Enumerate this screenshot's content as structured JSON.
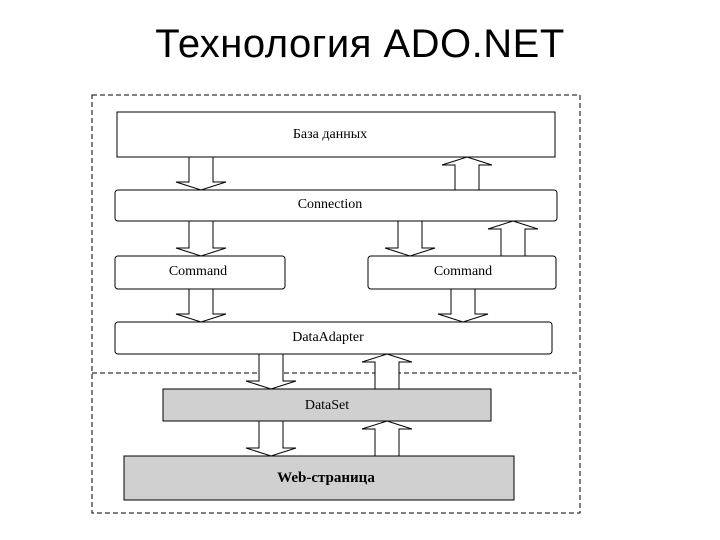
{
  "title": "Технология ADO.NET",
  "boxes": {
    "database": "База данных",
    "connection": "Connection",
    "command_left": "Command",
    "command_right": "Command",
    "data_adapter": "DataAdapter",
    "data_set": "DataSet",
    "web_page": "Web-страница"
  },
  "colors": {
    "box_fill": "#ffffff",
    "shaded_fill": "#d0d0d0",
    "line": "#000000"
  }
}
